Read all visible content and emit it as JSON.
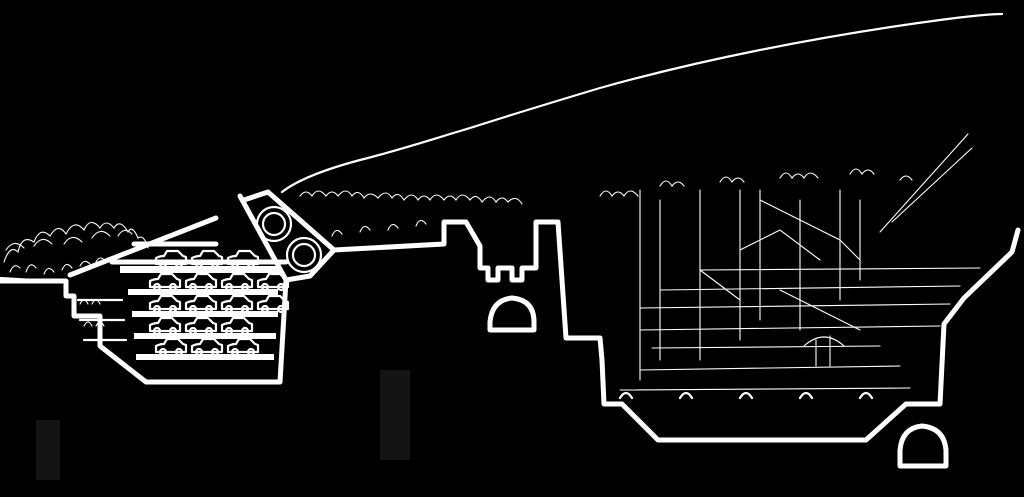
{
  "drawing": {
    "background_color": "#000000",
    "line_color": "#ffffff",
    "text_labels": []
  },
  "elements": {
    "terrain_surface": "hillside-profile",
    "vegetation_left": "tree-canopy",
    "vegetation_right": "tree-canopy",
    "parking_structure": {
      "levels": 5,
      "cars_per_level": [
        3,
        4,
        4,
        3,
        3
      ]
    },
    "twin_tubes": 2,
    "tunnel_arches": 2,
    "excavated_hall": "cut-and-cover-hall"
  }
}
